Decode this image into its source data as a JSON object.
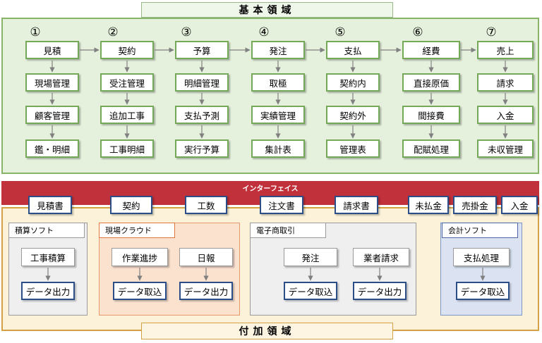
{
  "kihon": {
    "title": "基本領域",
    "columns": [
      {
        "num": "①",
        "head": "見積",
        "items": [
          "現場管理",
          "顧客管理",
          "鑑・明細"
        ]
      },
      {
        "num": "②",
        "head": "契約",
        "items": [
          "受注管理",
          "追加工事",
          "工事明細"
        ]
      },
      {
        "num": "③",
        "head": "予算",
        "items": [
          "明細管理",
          "支払予測",
          "実行予算"
        ]
      },
      {
        "num": "④",
        "head": "発注",
        "items": [
          "取極",
          "実績管理",
          "集計表"
        ]
      },
      {
        "num": "⑤",
        "head": "支払",
        "items": [
          "契約内",
          "契約外",
          "管理表"
        ]
      },
      {
        "num": "⑥",
        "head": "経費",
        "items": [
          "直接原価",
          "間接費",
          "配賦処理"
        ]
      },
      {
        "num": "⑦",
        "head": "売上",
        "items": [
          "請求",
          "入金",
          "未収管理"
        ]
      }
    ]
  },
  "interface": {
    "label": "インターフェイス",
    "items": [
      "見積書",
      "契約",
      "工数",
      "注文書",
      "請求書",
      "未払金",
      "売掛金",
      "入金"
    ]
  },
  "fuka": {
    "title": "付加領域",
    "panels": {
      "sekisan": {
        "title": "積算ソフト",
        "box": "工事積算",
        "action": "データ出力"
      },
      "genba": {
        "title": "現場クラウド",
        "boxes": [
          "作業進捗",
          "日報"
        ],
        "actions": [
          "データ取込",
          "データ出力"
        ]
      },
      "denshi": {
        "title": "電子商取引",
        "boxes": [
          "発注",
          "業者請求"
        ],
        "actions": [
          "データ取込",
          "データ出力"
        ]
      },
      "kaikei": {
        "title": "会計ソフト",
        "box": "支払処理",
        "action": "データ取込"
      }
    }
  }
}
